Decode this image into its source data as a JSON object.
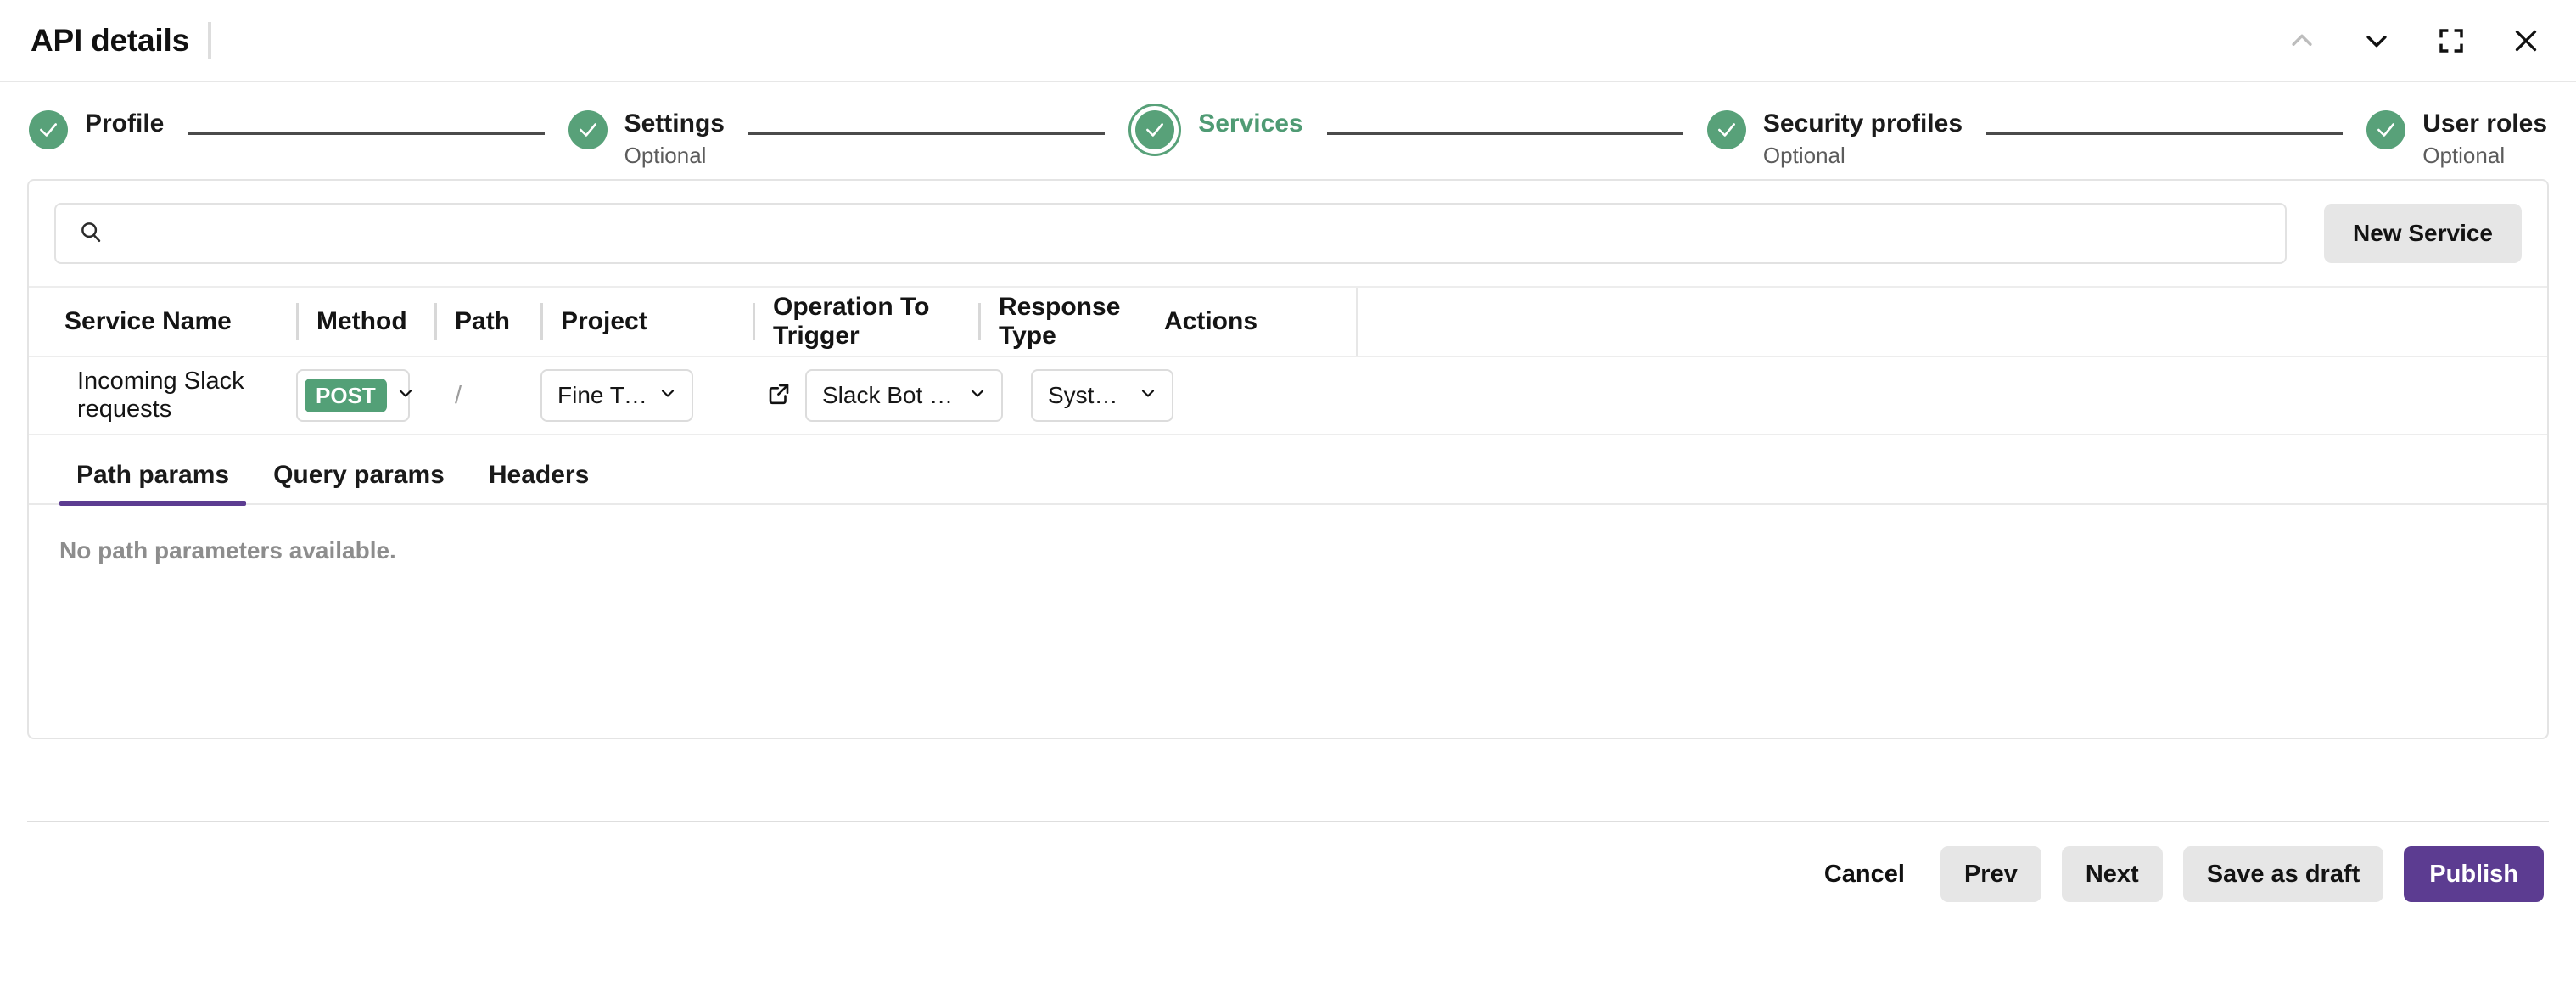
{
  "window": {
    "title": "API details",
    "controls": [
      {
        "name": "collapse-up-button",
        "icon": "chevron-up-icon",
        "state": "disabled"
      },
      {
        "name": "expand-down-button",
        "icon": "chevron-down-icon",
        "state": "enabled"
      },
      {
        "name": "fullscreen-button",
        "icon": "fullscreen-icon",
        "state": "enabled"
      },
      {
        "name": "close-button",
        "icon": "close-icon",
        "state": "enabled"
      }
    ]
  },
  "stepper": {
    "steps": [
      {
        "label": "Profile",
        "sub": "",
        "state": "complete"
      },
      {
        "label": "Settings",
        "sub": "Optional",
        "state": "complete"
      },
      {
        "label": "Services",
        "sub": "",
        "state": "active"
      },
      {
        "label": "Security profiles",
        "sub": "Optional",
        "state": "complete"
      },
      {
        "label": "User roles",
        "sub": "Optional",
        "state": "complete"
      }
    ]
  },
  "toolbar": {
    "search_value": "",
    "search_placeholder": "",
    "new_service_label": "New Service"
  },
  "table": {
    "columns": [
      "Service Name",
      "Method",
      "Path",
      "Project",
      "Operation To Trigger",
      "Response Type",
      "Actions"
    ],
    "rows": [
      {
        "service_name": "Incoming Slack requests",
        "method": "POST",
        "path": "/",
        "project": "Fine Tune LLM…",
        "operation": "Slack Bot Request",
        "response_type": "System Vari…"
      }
    ]
  },
  "tabs": {
    "items": [
      "Path params",
      "Query params",
      "Headers"
    ],
    "active": "Path params",
    "empty_message": "No path parameters available."
  },
  "footer": {
    "cancel_label": "Cancel",
    "prev_label": "Prev",
    "next_label": "Next",
    "save_draft_label": "Save as draft",
    "publish_label": "Publish"
  },
  "colors": {
    "accent_purple": "#5c3c91",
    "step_green": "#58a179",
    "method_green": "#53a077",
    "button_grey": "#e6e6e6"
  }
}
